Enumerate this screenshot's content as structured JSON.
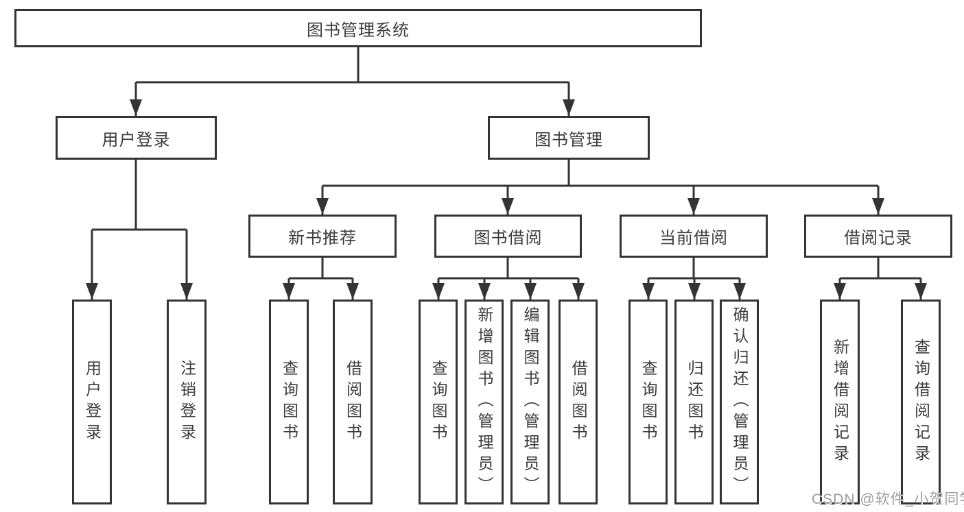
{
  "diagram": {
    "root": {
      "label": "图书管理系统"
    },
    "branches": [
      {
        "label": "用户登录",
        "children": [
          {
            "label": "用户登录"
          },
          {
            "label": "注销登录"
          }
        ]
      },
      {
        "label": "图书管理",
        "children": [
          {
            "label": "新书推荐",
            "children": [
              {
                "label": "查询图书"
              },
              {
                "label": "借阅图书"
              }
            ]
          },
          {
            "label": "图书借阅",
            "children": [
              {
                "label": "查询图书"
              },
              {
                "label": "新增图书（管理员）"
              },
              {
                "label": "编辑图书（管理员）"
              },
              {
                "label": "借阅图书"
              }
            ]
          },
          {
            "label": "当前借阅",
            "children": [
              {
                "label": "查询图书"
              },
              {
                "label": "归还图书"
              },
              {
                "label": "确认归还（管理员）"
              }
            ]
          },
          {
            "label": "借阅记录",
            "children": [
              {
                "label": "新增借阅记录"
              },
              {
                "label": "查询借阅记录"
              }
            ]
          }
        ]
      }
    ]
  },
  "watermark": {
    "text": "CSDN @软件_小贺同学"
  },
  "colors": {
    "line": "#343434",
    "arrow": "#343434",
    "box_background": "#ffffff",
    "text": "#3c3c3c",
    "watermark": "#9e9e9e",
    "background": "#ffffff"
  }
}
